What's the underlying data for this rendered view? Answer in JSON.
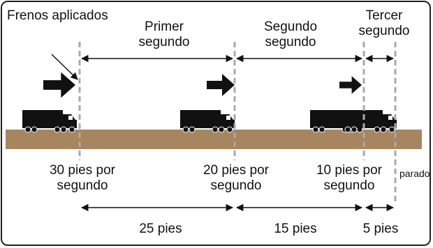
{
  "labels": {
    "brakes_applied": "Frenos aplicados",
    "interval_1": [
      "Primer",
      "segundo"
    ],
    "interval_2": [
      "Segundo",
      "segundo"
    ],
    "interval_3": [
      "Tercer",
      "segundo"
    ],
    "speed_1": [
      "30 pies por",
      "segundo"
    ],
    "speed_2": [
      "20 pies por",
      "segundo"
    ],
    "speed_3": [
      "10 pies por",
      "segundo"
    ],
    "stopped": "parado",
    "distance_1": "25 pies",
    "distance_2": "15 pies",
    "distance_3": "5 pies"
  },
  "colors": {
    "road": "#a6855f",
    "marker": "#a9a9a9",
    "truck": "#111111",
    "arrow": "#111111"
  }
}
